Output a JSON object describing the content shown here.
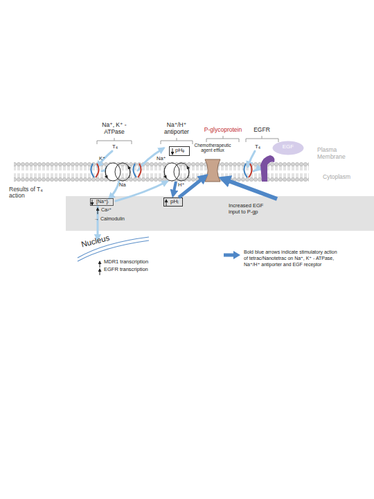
{
  "diagram": {
    "nodes": [
      {
        "text": [
          "Results of T₄ action"
        ]
      },
      {
        "text": [
          "pHₑ"
        ]
      },
      {
        "text": [
          "Chemotherapeutic agent efflux"
        ]
      },
      {
        "text": [
          "EGF"
        ]
      },
      {
        "text": [
          "[Na⁺]ᵢ"
        ],
        "in": 0
      },
      {
        "text": [
          "pHᵢ"
        ],
        "in": 0
      }
    ],
    "edges": [
      {
        "from": 5,
        "to": 2,
        "arrow": "to"
      }
    ],
    "labels": [
      "Na⁺, K⁺ - ATPase",
      "Na⁺/H⁺ antiporter",
      "P-glycoprotein",
      "EGFR",
      "T₄",
      "T₄",
      "Plasma Membrane",
      "Cytoplasm",
      "K⁺",
      "Na⁺",
      "Na",
      "H⁺",
      "Ca²⁺",
      "→ Calmodulin",
      "Increased EGF input to P-gp",
      "Nucleus",
      "MDR1 transcription",
      "EGFR transcription"
    ],
    "legend": [
      {
        "text": "Bold blue arrows indicate stimulatory action of tetrac/Nanotetrac on Na⁺, K⁺ - ATPase, Na⁺/H⁺ antiporter and EGF receptor"
      }
    ]
  }
}
